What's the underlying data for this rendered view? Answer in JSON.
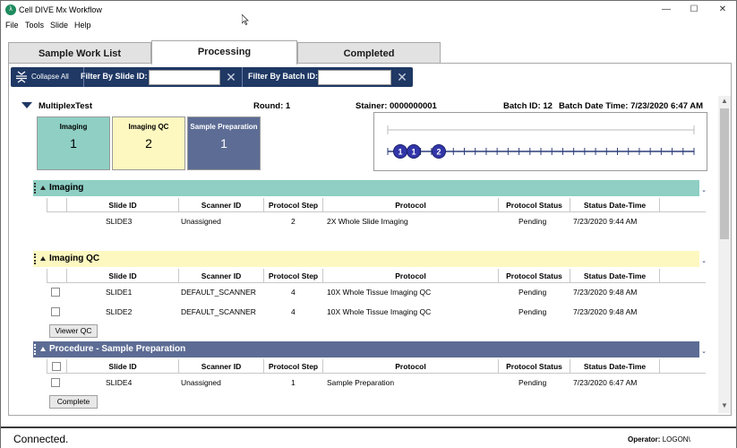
{
  "window": {
    "title": "Cell DIVE Mx Workflow",
    "icon": "cell-dive-logo",
    "controls": {
      "minimize": "—",
      "maximize": "☐",
      "close": "✕"
    }
  },
  "menu": [
    "File",
    "Tools",
    "Slide",
    "Help"
  ],
  "tabs": [
    {
      "label": "Sample Work List",
      "active": false
    },
    {
      "label": "Processing",
      "active": true
    },
    {
      "label": "Completed",
      "active": false
    }
  ],
  "toolbar": {
    "collapse_label": "Collapse All",
    "filter_slide_label": "Filter By Slide ID:",
    "filter_slide_value": "",
    "filter_batch_label": "Filter By Batch ID:",
    "filter_batch_value": "",
    "clear_glyph": "✕"
  },
  "experiment": {
    "name": "MultiplexTest",
    "round": "Round: 1",
    "stainer": "Stainer: 0000000001",
    "batch_id": "Batch ID: 12",
    "batch_datetime": "Batch Date Time: 7/23/2020 6:47 AM",
    "tiles": [
      {
        "label": "Imaging",
        "count": "1",
        "color": "#8fcfc4"
      },
      {
        "label": "Imaging QC",
        "count": "2",
        "color": "#fdf8c0"
      },
      {
        "label": "Sample Preparation",
        "count": "1",
        "color": "#5c6c94"
      }
    ],
    "timeline_markers": [
      "1",
      "1",
      "2"
    ]
  },
  "columns": [
    "Slide ID",
    "Scanner ID",
    "Protocol Step",
    "Protocol",
    "Protocol Status",
    "Status Date-Time"
  ],
  "sections": [
    {
      "title": "Imaging",
      "color": "#8fcfc4",
      "rows": [
        {
          "slide": "SLIDE3",
          "scanner": "Unassigned",
          "step": "2",
          "protocol": "2X Whole Slide Imaging",
          "status": "Pending",
          "datetime": "7/23/2020 9:44 AM"
        }
      ]
    },
    {
      "title": "Imaging QC",
      "color": "#fdf8c0",
      "button": "Viewer QC",
      "rows": [
        {
          "slide": "SLIDE1",
          "scanner": "DEFAULT_SCANNER",
          "step": "4",
          "protocol": "10X Whole Tissue Imaging QC",
          "status": "Pending",
          "datetime": "7/23/2020 9:48 AM"
        },
        {
          "slide": "SLIDE2",
          "scanner": "DEFAULT_SCANNER",
          "step": "4",
          "protocol": "10X Whole Tissue Imaging QC",
          "status": "Pending",
          "datetime": "7/23/2020 9:48 AM"
        }
      ]
    },
    {
      "title": "Procedure  -  Sample Preparation",
      "color": "#5c6c94",
      "button": "Complete",
      "rows": [
        {
          "slide": "SLIDE4",
          "scanner": "Unassigned",
          "step": "1",
          "protocol": "Sample Preparation",
          "status": "Pending",
          "datetime": "7/23/2020 6:47 AM"
        }
      ]
    }
  ],
  "status": {
    "text": "Connected.",
    "operator_label": "Operator:",
    "operator_value": "LOGON\\"
  }
}
